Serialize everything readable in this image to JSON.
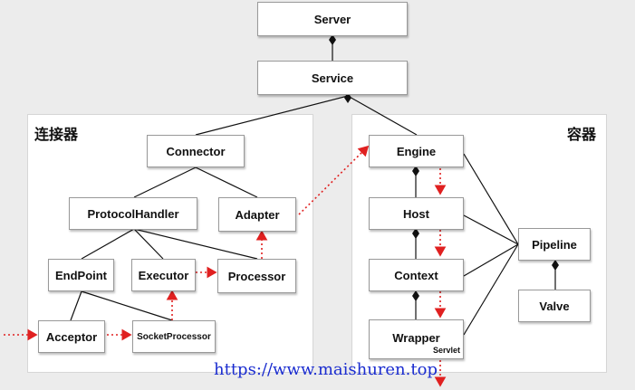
{
  "panels": {
    "connector_label": "连接器",
    "container_label": "容器"
  },
  "nodes": {
    "server": "Server",
    "service": "Service",
    "connector": "Connector",
    "protocol_handler": "ProtocolHandler",
    "adapter": "Adapter",
    "endpoint": "EndPoint",
    "executor": "Executor",
    "processor": "Processor",
    "acceptor": "Acceptor",
    "socket_processor": "SocketProcessor",
    "engine": "Engine",
    "host": "Host",
    "context": "Context",
    "wrapper": "Wrapper",
    "servlet": "Servlet",
    "pipeline": "Pipeline",
    "valve": "Valve"
  },
  "watermark": "https://www.maishuren.top",
  "colors": {
    "arrow_red": "#e02020",
    "line": "#111111",
    "watermark": "#1a2ccf"
  }
}
